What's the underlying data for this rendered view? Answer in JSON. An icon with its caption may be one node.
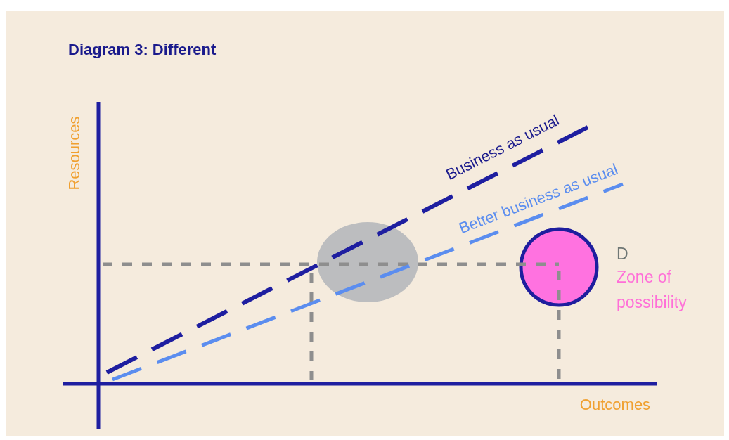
{
  "diagram": {
    "title": "Diagram 3: Different",
    "nodes": [
      {
        "text": [],
        "shape": "circle"
      },
      {
        "text": [],
        "shape": "circle",
        "beside": [
          "D",
          "Zone of possibility"
        ]
      }
    ],
    "labels": [
      "Resources",
      "Business as usual",
      "Better business as usual",
      "Outcomes"
    ]
  }
}
